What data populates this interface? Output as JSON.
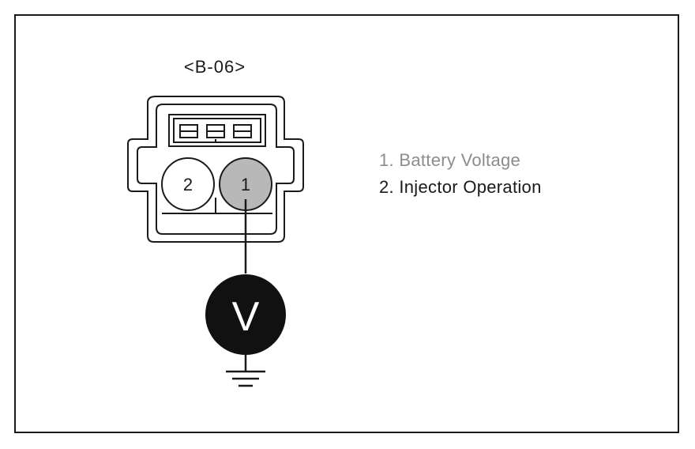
{
  "connector": {
    "id": "<B-06>",
    "pins": [
      {
        "number": "2",
        "highlighted": false
      },
      {
        "number": "1",
        "highlighted": true
      }
    ]
  },
  "meter": {
    "symbol": "V"
  },
  "legend": [
    {
      "text": "1. Battery Voltage",
      "color": "#8c8c8c"
    },
    {
      "text": "2. Injector Operation",
      "color": "#1a1a1a"
    }
  ],
  "colors": {
    "line": "#1a1a1a",
    "pin_highlight": "#b8b8b8",
    "meter_fill": "#111111"
  }
}
